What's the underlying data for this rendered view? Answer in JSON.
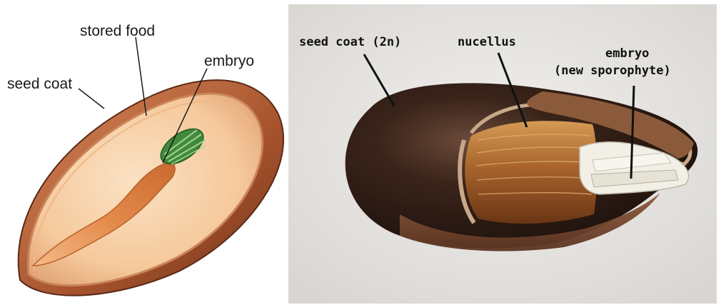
{
  "illustration": {
    "labels": {
      "seed_coat": "seed coat",
      "stored_food": "stored food",
      "embryo": "embryo"
    }
  },
  "photo": {
    "labels": {
      "seed_coat": "seed coat (2n)",
      "nucellus": "nucellus",
      "embryo_line1": "embryo",
      "embryo_line2": "(new sporophyte)"
    }
  },
  "colors": {
    "photo_background": "#e9e7e4",
    "seed_coat_dark": "#2a1812",
    "nucellus": "#a8642c",
    "embryo_white": "#f1efe6",
    "illus_flesh": "#f7cfa6",
    "illus_coat": "#a85a32",
    "illus_embryo_green": "#3f8a3c"
  }
}
